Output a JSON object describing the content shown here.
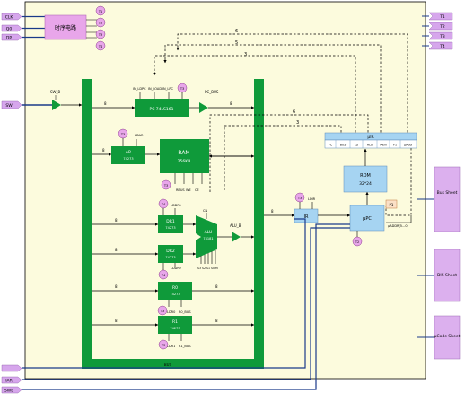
{
  "left_inputs": [
    "CLK",
    "Q0",
    "DP",
    "SW",
    "",
    "IAR",
    "SWE"
  ],
  "right_outputs": [
    "T1",
    "T2",
    "T3",
    "T4"
  ],
  "timing_unit": {
    "label": "时序电路",
    "outputs": [
      "T1",
      "T2",
      "T3",
      "T4"
    ]
  },
  "pc": {
    "label": "PC 74LS161",
    "top_signals": [
      "IN_LDPC",
      "IN_LOAD",
      "IN_LPC"
    ],
    "clock": "T3",
    "bus_gate": "PC_BUS",
    "sw_bus": "SW_B"
  },
  "ar": {
    "label": "AR",
    "sub": "74273",
    "load": "LDAR",
    "clock": "T3"
  },
  "ram": {
    "label": "RAM",
    "sub": "256KB",
    "signals": [
      "RBUS",
      "WE",
      "CE",
      "T3"
    ]
  },
  "dr1": {
    "label": "DR1",
    "sub": "74273",
    "load": "LDDR1",
    "clock": "T4"
  },
  "dr2": {
    "label": "DR2",
    "sub": "74273",
    "load": "LDDR2",
    "clock": "T4"
  },
  "alu": {
    "label": "ALU",
    "sub": "74181",
    "cn": "CN",
    "controls": [
      "S3",
      "S2",
      "S1",
      "S0",
      "M"
    ],
    "bus_gate": "ALU_B"
  },
  "r0": {
    "label": "R0",
    "sub": "74273",
    "signals": [
      "LDR0",
      "R0_BUS"
    ],
    "clock": "T3"
  },
  "r1": {
    "label": "R1",
    "sub": "74273",
    "signals": [
      "LDR1",
      "R1_BUS"
    ],
    "clock": "T3"
  },
  "bus_label": "BUS",
  "ir": {
    "label": "IR",
    "load": "LDIR",
    "clock": "T3"
  },
  "upc": {
    "label": "μPC",
    "addr": "μADDR[5...0]",
    "clock": "T2"
  },
  "rom": {
    "label": "ROM",
    "sub": "32*24"
  },
  "uir": {
    "label": "μIR",
    "fields": [
      "PC",
      "BUS",
      "LD",
      "ALU",
      "Mem",
      "P1",
      "μAddr"
    ]
  },
  "p1": "P1",
  "bus_widths": [
    "6",
    "5",
    "3",
    "6",
    "3",
    "3",
    "8",
    "8",
    "8",
    "8",
    "8",
    "8",
    "8",
    "8",
    "8",
    "8"
  ],
  "right_panels": [
    "Bus Sheet",
    "DIS Sheet",
    "μCode Sheet"
  ]
}
